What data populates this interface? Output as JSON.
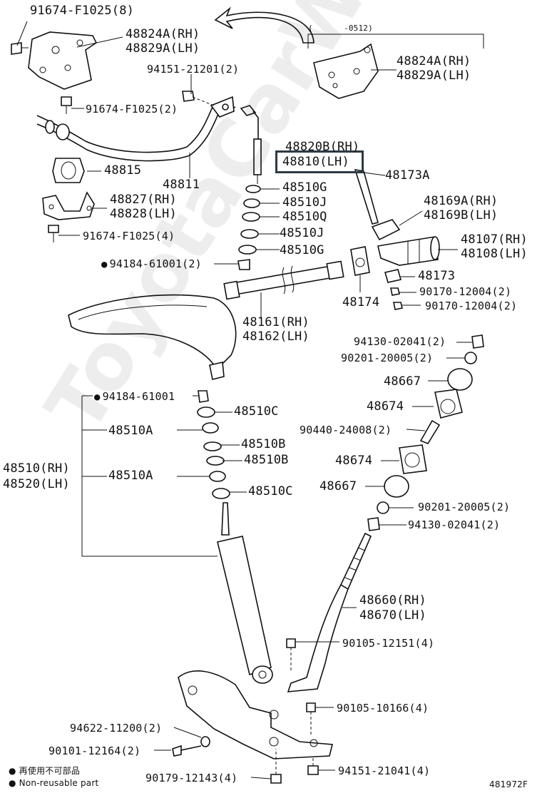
{
  "labels": {
    "l1": "91674-F1025(8)",
    "l2": "48824A(RH)",
    "l3": "48829A(LH)",
    "l4": "(",
    "l5": "-0512)",
    "l6": "48824A(RH)",
    "l7": "48829A(LH)",
    "l8": "94151-21201(2)",
    "l9": "91674-F1025(2)",
    "l10": "48820B(RH)",
    "l11": "48810(LH)",
    "l12": "48173A",
    "l13": "48815",
    "l14": "48811",
    "l15": "48510G",
    "l16": "48510J",
    "l17": "48510Q",
    "l18": "48827(RH)",
    "l19": "48828(LH)",
    "l20": "48169A(RH)",
    "l21": "48169B(LH)",
    "l22": "91674-F1025(4)",
    "l23": "48510J",
    "l24": "48107(RH)",
    "l25": "48108(LH)",
    "l26": "48510G",
    "l27": "94184-61001(2)",
    "l28": "48173",
    "l29": "90170-12004(2)",
    "l30": "48174",
    "l31": "90170-12004(2)",
    "l32": "48161(RH)",
    "l33": "48162(LH)",
    "l34": "94130-02041(2)",
    "l35": "90201-20005(2)",
    "l36": "48667",
    "l37": "94184-61001",
    "l38": "48674",
    "l39": "48510C",
    "l40": "48510A",
    "l41": "90440-24008(2)",
    "l42": "48510B",
    "l43": "48510B",
    "l44": "48674",
    "l45": "48510(RH)",
    "l46": "48520(LH)",
    "l47": "48510A",
    "l48": "48667",
    "l49": "48510C",
    "l50": "90201-20005(2)",
    "l51": "94130-02041(2)",
    "l52": "48660(RH)",
    "l53": "48670(LH)",
    "l54": "90105-12151(4)",
    "l55": "90105-10166(4)",
    "l56": "94622-11200(2)",
    "l57": "90101-12164(2)",
    "l58": "94151-21041(4)",
    "l59": "90179-12143(4)"
  },
  "legend": {
    "line1": "● 再使用不可部品",
    "line2": "● Non-reusable part"
  },
  "diagram_id": "481972F",
  "watermark": "ToyotaCarWire.ru"
}
